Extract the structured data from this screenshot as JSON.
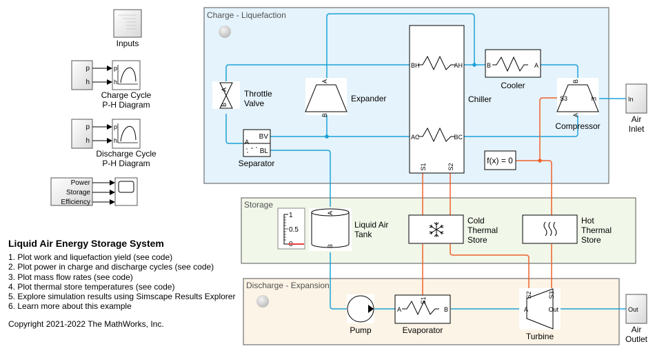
{
  "model": {
    "title": "Liquid Air Energy Storage System",
    "links": [
      "1. Plot work and liquefaction yield (see code)",
      "2. Plot power in charge and discharge cycles (see code)",
      "3. Plot mass flow rates (see code)",
      "4. Plot thermal store temperatures (see code)",
      "5. Explore simulation results using Simscape Results Explorer",
      "6. Learn more about this example"
    ],
    "copyright": "Copyright 2021-2022 The MathWorks, Inc."
  },
  "left_blocks": {
    "inputs": "Inputs",
    "charge_ph": {
      "port_p": "p",
      "port_h": "h",
      "label_line1": "Charge Cycle",
      "label_line2": "P-H Diagram"
    },
    "discharge_ph": {
      "port_p": "p",
      "port_h": "h",
      "label_line1": "Discharge Cycle",
      "label_line2": "P-H Diagram"
    },
    "scope_inputs": {
      "power": "Power",
      "storage": "Storage",
      "efficiency": "Efficiency"
    }
  },
  "areas": {
    "charge": "Charge - Liquefaction",
    "storage": "Storage",
    "discharge": "Discharge - Expansion"
  },
  "blocks": {
    "throttle_valve": {
      "line1": "Throttle",
      "line2": "Valve",
      "port_a": "A",
      "port_b": "B"
    },
    "expander": {
      "label": "Expander",
      "port_a": "A",
      "port_b": "B"
    },
    "separator": {
      "label": "Separator",
      "port_a": "A",
      "port_bv": "BV",
      "port_bl": "BL"
    },
    "chiller": {
      "label": "Chiller",
      "port_bh": "BH",
      "port_ah": "AH",
      "port_ac": "AC",
      "port_bc": "BC",
      "port_s1": "S1",
      "port_s2": "S2"
    },
    "cooler": {
      "label": "Cooler",
      "port_a": "A",
      "port_b": "B"
    },
    "compressor": {
      "label": "Compressor",
      "port_b": "B",
      "port_a": "A",
      "port_s3": "S3",
      "port_in": "In"
    },
    "air_inlet": {
      "line1": "Air",
      "line2": "Inlet",
      "port": "In"
    },
    "solver": {
      "label": "f(x) = 0"
    },
    "gauge": {
      "tick_1": "1",
      "tick_05": "0.5",
      "tick_0": "0",
      "level": 0
    },
    "liquid_air_tank": {
      "line1": "Liquid Air",
      "line2": "Tank",
      "port_a": "A",
      "port_b": "B"
    },
    "cold_store": {
      "line1": "Cold",
      "line2": "Thermal",
      "line3": "Store"
    },
    "hot_store": {
      "line1": "Hot",
      "line2": "Thermal",
      "line3": "Store"
    },
    "pump": {
      "label": "Pump"
    },
    "evaporator": {
      "label": "Evaporator",
      "port_a": "A",
      "port_b": "B",
      "port_s1": "S1"
    },
    "turbine": {
      "label": "Turbine",
      "port_a": "A",
      "port_out": "Out",
      "port_s2": "S2",
      "port_s3": "S3"
    },
    "air_outlet": {
      "line1": "Air",
      "line2": "Outlet",
      "port": "Out"
    }
  },
  "colors": {
    "fluid_line": "#1ba1d6",
    "thermal_line": "#f0612a",
    "charge_area": "#e5f3fc",
    "storage_area": "#f1f7e9",
    "discharge_area": "#fcf4e6"
  }
}
